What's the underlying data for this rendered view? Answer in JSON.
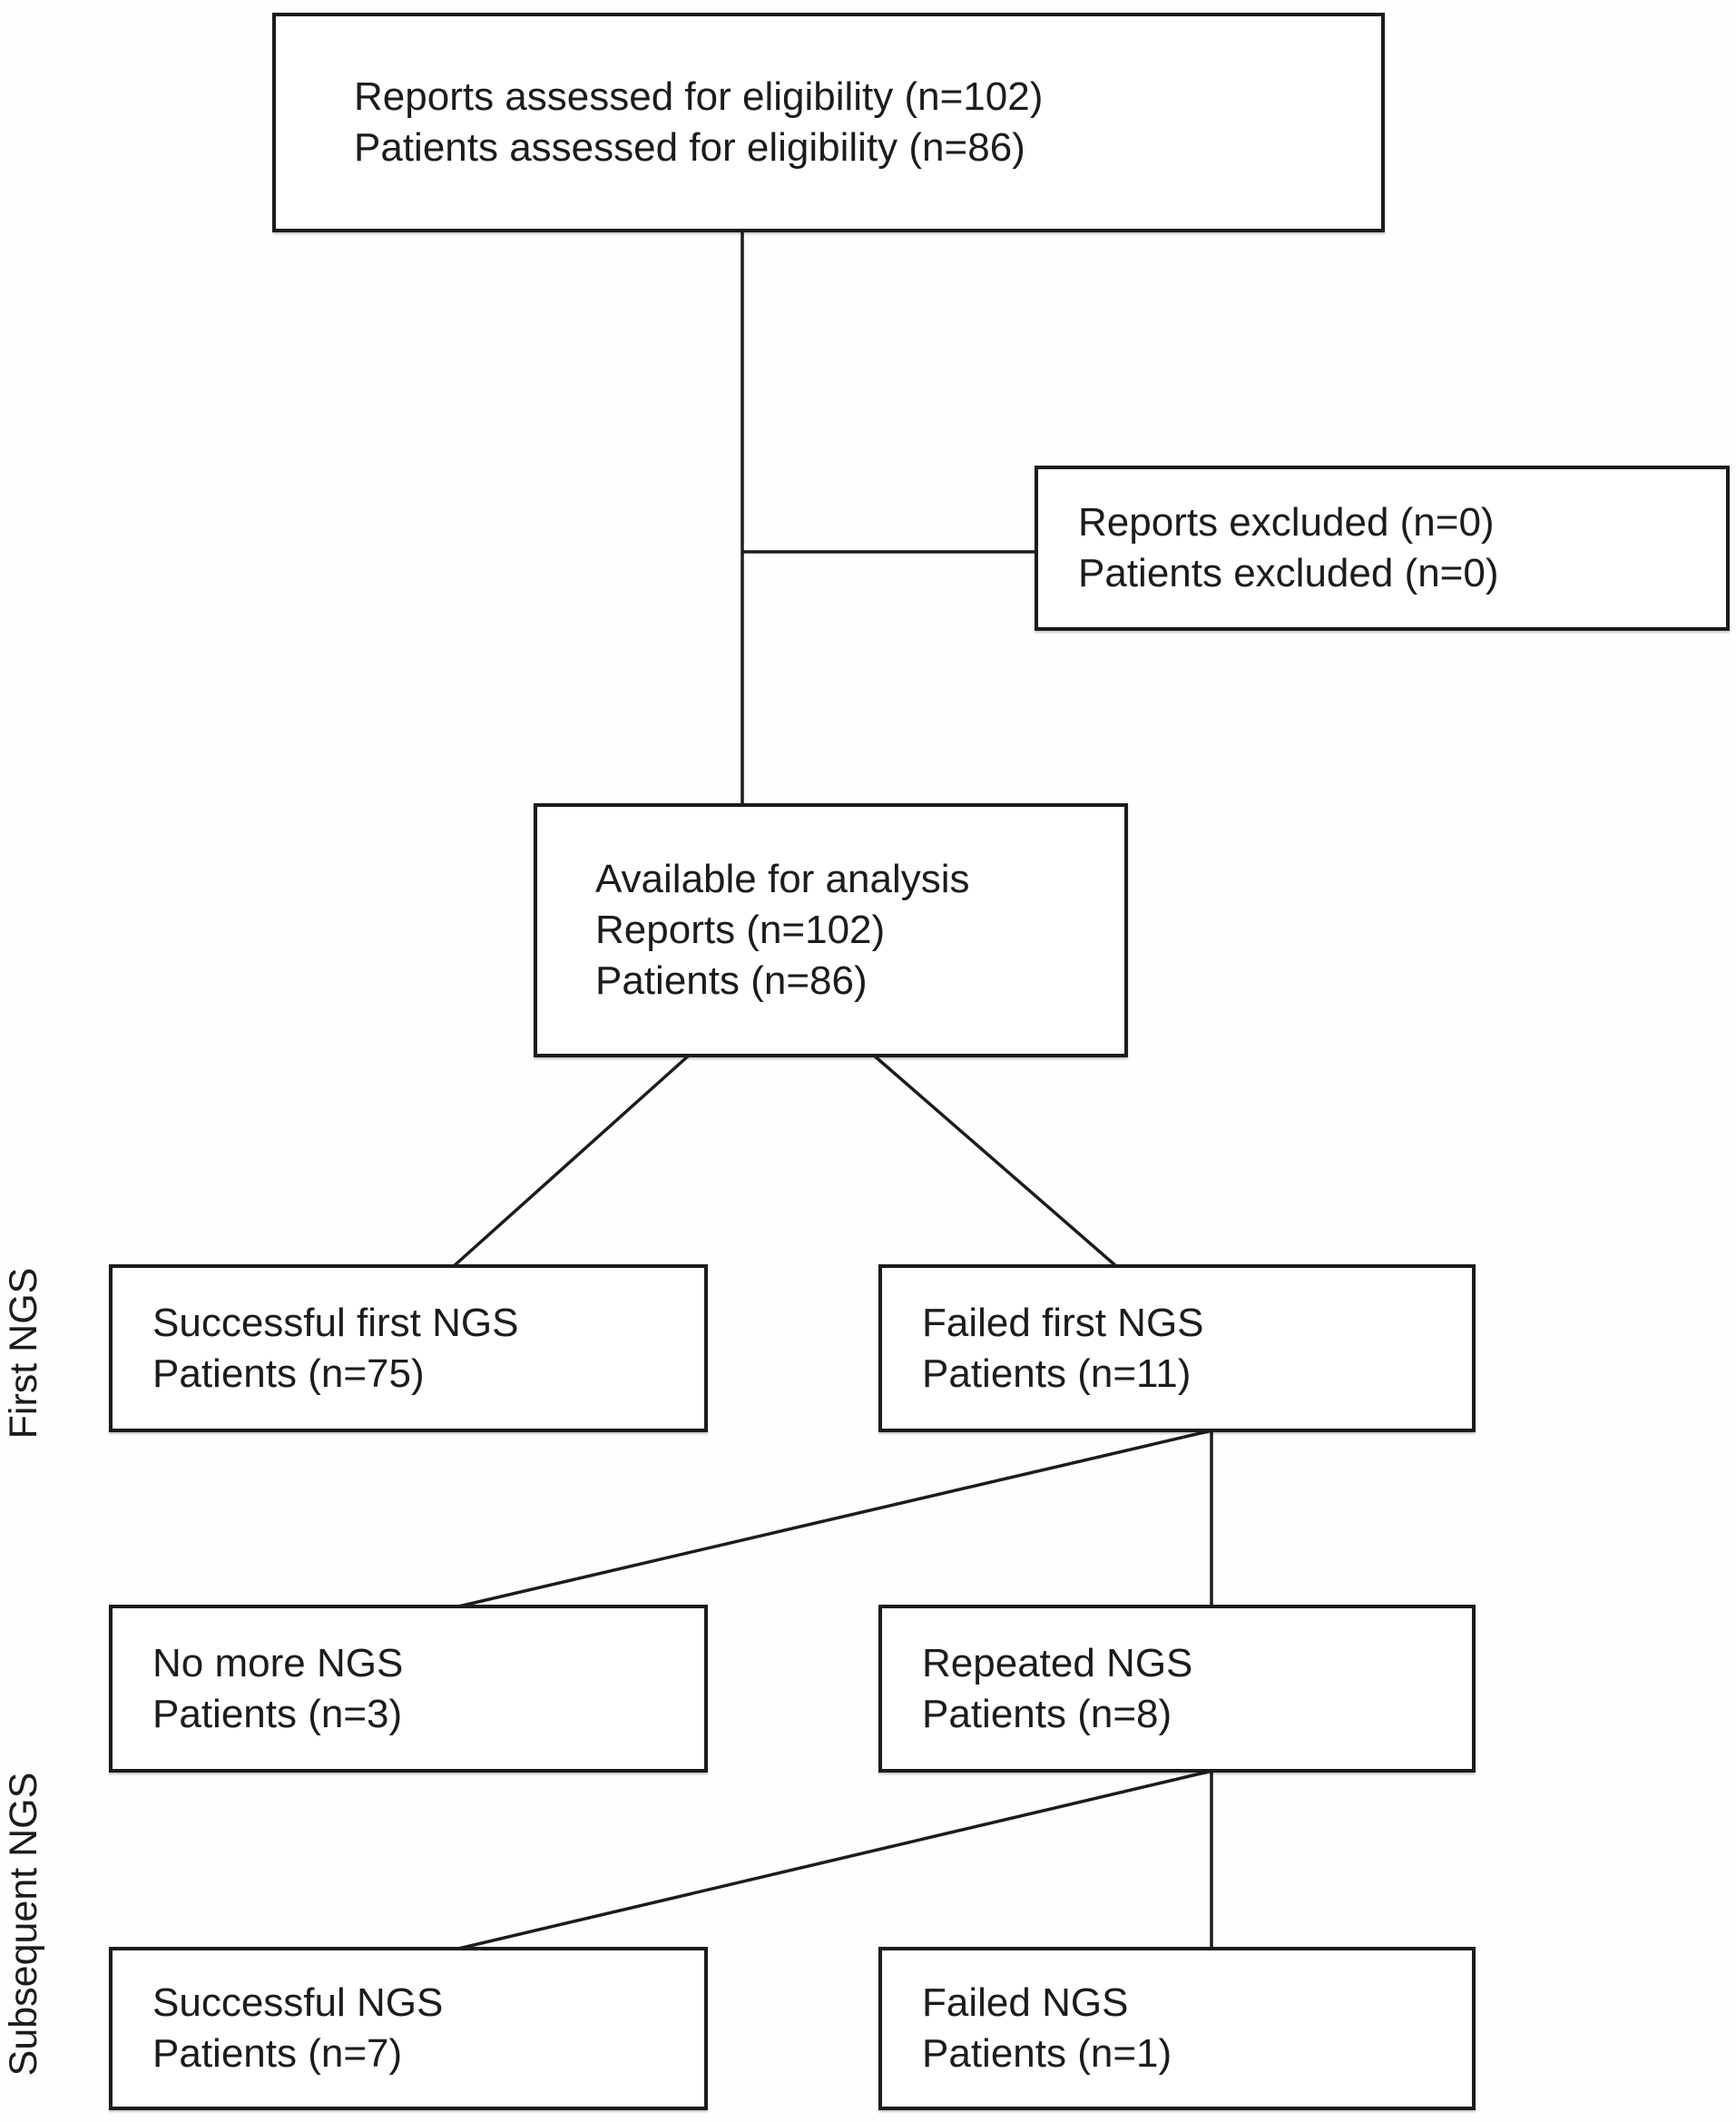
{
  "figure": {
    "type": "flowchart",
    "background_color": "#fefefe",
    "line_color": "#1c1c1c"
  },
  "side_labels": {
    "first_ngs": "First NGS",
    "subsequent_ngs": "Subsequent NGS"
  },
  "boxes": {
    "assessed": {
      "lines": [
        "Reports assessed for eligibility (n=102)",
        "Patients assessed for eligibility (n=86)"
      ]
    },
    "excluded": {
      "lines": [
        "Reports excluded (n=0)",
        "Patients excluded (n=0)"
      ]
    },
    "available": {
      "lines": [
        "Available for analysis",
        "Reports (n=102)",
        "Patients (n=86)"
      ]
    },
    "successful_first": {
      "lines": [
        "Successful first NGS",
        "Patients (n=75)"
      ]
    },
    "failed_first": {
      "lines": [
        "Failed first NGS",
        "Patients (n=11)"
      ]
    },
    "no_more": {
      "lines": [
        "No more NGS",
        "Patients (n=3)"
      ]
    },
    "repeated": {
      "lines": [
        "Repeated NGS",
        "Patients (n=8)"
      ]
    },
    "successful_subsequent": {
      "lines": [
        "Successful NGS",
        "Patients (n=7)"
      ]
    },
    "failed_subsequent": {
      "lines": [
        "Failed NGS",
        "Patients (n=1)"
      ]
    }
  }
}
